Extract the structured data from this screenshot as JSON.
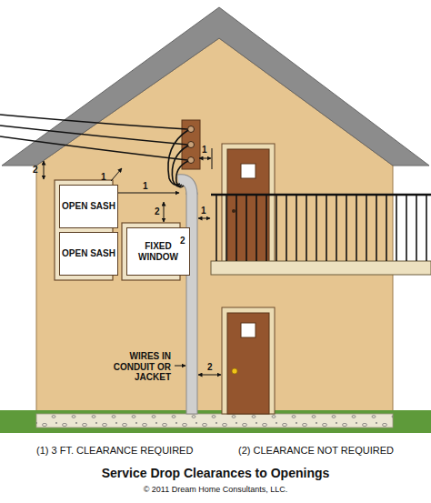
{
  "diagram": {
    "title": "Service Drop Clearances to Openings",
    "caption": "© 2011 Dream Home Consultants, LLC.",
    "nodes": [
      {
        "text": [
          "OPEN SASH"
        ]
      },
      {
        "text": [
          "OPEN SASH"
        ]
      },
      {
        "text": [
          "FIXED WINDOW"
        ]
      }
    ],
    "labels": [
      "2",
      "1",
      "1",
      "1",
      "2",
      "1",
      "2",
      "2",
      "WIRES IN CONDUIT OR JACKET",
      "(1) 3 FT. CLEARANCE REQUIRED",
      "(2) CLEARANCE NOT REQUIRED"
    ]
  }
}
